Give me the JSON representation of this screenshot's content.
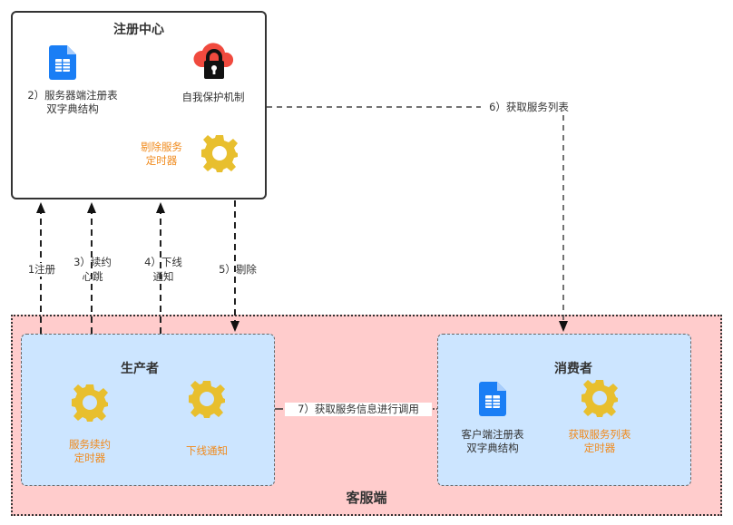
{
  "registry": {
    "title": "注册中心",
    "server_table_line1": "2）服务器端注册表",
    "server_table_line2": "双字典结构",
    "self_protect": "自我保护机制",
    "evict_timer_line1": "剔除服务",
    "evict_timer_line2": "定时器"
  },
  "client_side": {
    "title": "客服端"
  },
  "producer": {
    "title": "生产者",
    "renew_timer_line1": "服务续约",
    "renew_timer_line2": "定时器",
    "offline_notice": "下线通知"
  },
  "consumer": {
    "title": "消费者",
    "client_table_line1": "客户端注册表",
    "client_table_line2": "双字典结构",
    "fetch_timer_line1": "获取服务列表",
    "fetch_timer_line2": "定时器"
  },
  "edges": {
    "register": "1注册",
    "renew_line1": "3）续约",
    "renew_line2": "心跳",
    "offline_line1": "4）下线",
    "offline_line2": "通知",
    "evict": "5）剔除",
    "fetch_list": "6）获取服务列表",
    "invoke": "7）获取服务信息进行调用"
  },
  "colors": {
    "gear": "#e8bf2e",
    "doc_blue": "#1a7ef5",
    "cloud_red": "#f04a3e",
    "orange_text": "#f08a1c",
    "client_bg": "#ffcccc",
    "sub_bg": "#cce5ff"
  }
}
